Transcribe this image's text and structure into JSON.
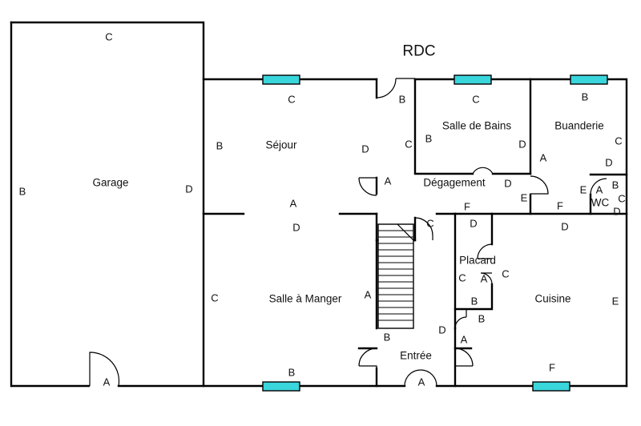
{
  "title": "RDC",
  "rooms": {
    "garage": "Garage",
    "sejour": "Séjour",
    "salle_a_manger": "Salle à Manger",
    "salle_de_bains": "Salle de Bains",
    "buanderie": "Buanderie",
    "degagement": "Dégagement",
    "wc": "WC",
    "placard": "Placard",
    "cuisine": "Cuisine",
    "entree": "Entrée"
  },
  "wall_letters": [
    "C",
    "B",
    "D",
    "A",
    "C",
    "B",
    "D",
    "A",
    "D",
    "C",
    "B",
    "C",
    "C",
    "B",
    "D",
    "A",
    "D",
    "B",
    "C",
    "A",
    "D",
    "E",
    "B",
    "C",
    "E",
    "A",
    "B",
    "C",
    "D",
    "E",
    "F",
    "F",
    "D",
    "C",
    "D",
    "C",
    "A",
    "C",
    "B",
    "B",
    "A",
    "D",
    "E",
    "D",
    "A",
    "B",
    "F"
  ],
  "colors": {
    "wall": "#000000",
    "window": "#39d6dc"
  }
}
